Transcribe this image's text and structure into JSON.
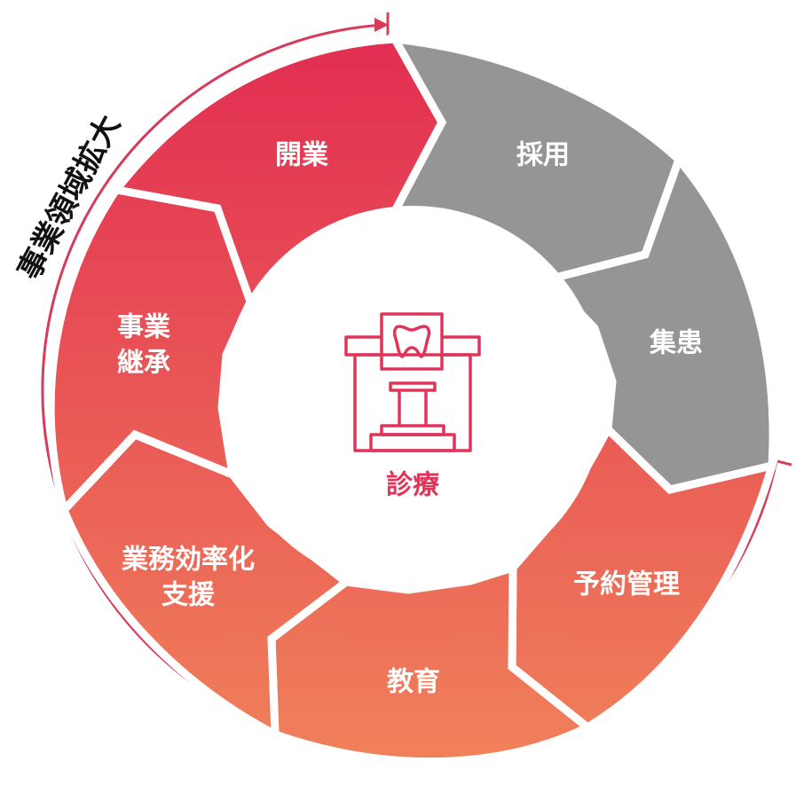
{
  "center": {
    "label": "診療",
    "icon": "dental-clinic-icon"
  },
  "expansion_label": "事業領域拡大",
  "segments": [
    {
      "id": "kaigyo",
      "lines": [
        "開業"
      ]
    },
    {
      "id": "saiyo",
      "lines": [
        "採用"
      ]
    },
    {
      "id": "shukan",
      "lines": [
        "集患"
      ]
    },
    {
      "id": "yoyaku",
      "lines": [
        "予約管理"
      ]
    },
    {
      "id": "kyoiku",
      "lines": [
        "教育"
      ]
    },
    {
      "id": "gyomu",
      "lines": [
        "業務効率化",
        "支援"
      ]
    },
    {
      "id": "shokei",
      "lines": [
        "事業",
        "継承"
      ]
    }
  ],
  "colors": {
    "gradient_top": "#e22d52",
    "gradient_bottom": "#f0815a",
    "gray": "#959595",
    "center_accent": "#e0355a",
    "outline": "#d63c5a"
  }
}
